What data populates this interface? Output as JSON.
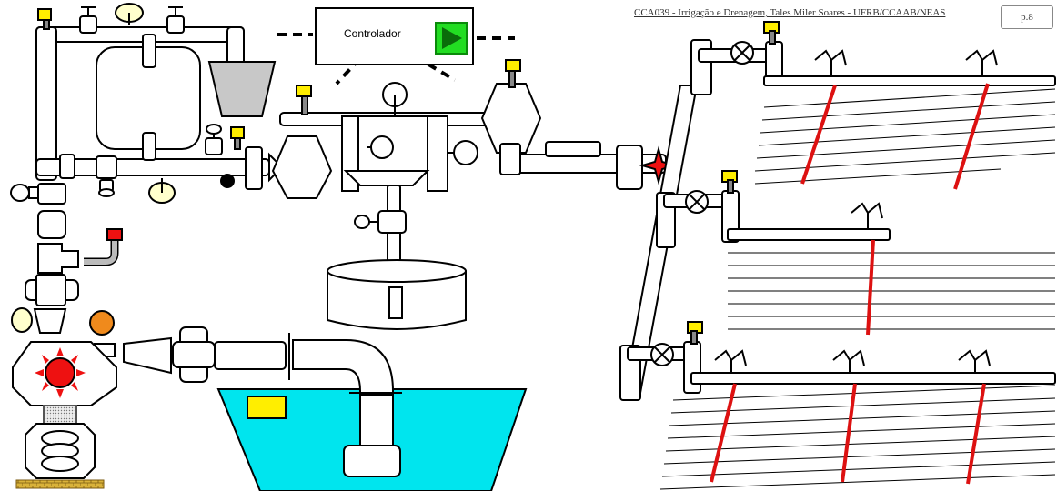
{
  "header": {
    "title": "CCA039 - Irrigação e Drenagem, Tales Miler Soares - UFRB/CCAAB/NEAS",
    "page": "p.8"
  },
  "controller": {
    "label": "Controlador",
    "icon": "play-icon"
  },
  "colors": {
    "outline": "#000000",
    "water": "#00e5ee",
    "sensor": "#ffee00",
    "gauge": "#ffffcc",
    "valve_red": "#ff0000",
    "lateral_red": "#dd1111",
    "hopper": "#c8c8c8",
    "play_green": "#22dd22",
    "orange_gauge": "#f08a1c"
  }
}
